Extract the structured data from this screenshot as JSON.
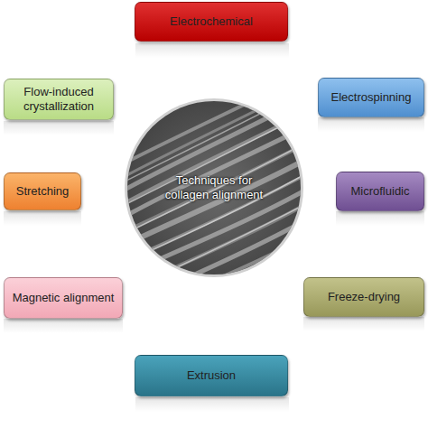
{
  "diagram": {
    "nodes": [
      {
        "text": [
          "Electrochemical"
        ]
      },
      {
        "text": [
          "Flow-induced crystallization"
        ]
      },
      {
        "text": [
          "Electrospinning"
        ]
      },
      {
        "text": [
          "Techniques for collagen alignment"
        ]
      },
      {
        "text": [
          "Stretching"
        ]
      },
      {
        "text": [
          "Microfluidic"
        ]
      },
      {
        "text": [
          "Magnetic alignment"
        ]
      },
      {
        "text": [
          "Freeze-drying"
        ]
      },
      {
        "text": [
          "Extrusion"
        ]
      }
    ]
  }
}
